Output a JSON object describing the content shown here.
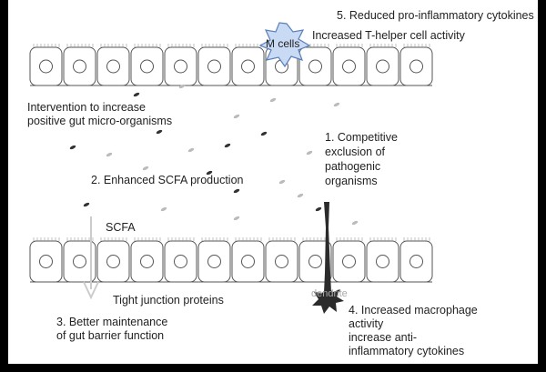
{
  "labels": {
    "reduced_cytokines": "5. Reduced pro-inflammatory cytokines",
    "t_helper": "Increased T-helper cell activity",
    "m_cells": "M cells",
    "intervention_1": "Intervention to increase",
    "intervention_2": "positive gut micro-organisms",
    "exclusion_1": "1. Competitive",
    "exclusion_2": "exclusion of",
    "exclusion_3": "pathogenic",
    "exclusion_4": "organisms",
    "scfa_production": "2. Enhanced SCFA production",
    "scfa": "SCFA",
    "tight_junction": "Tight junction proteins",
    "dendrite": "dendrite",
    "barrier_1": "3. Better maintenance",
    "barrier_2": "of gut barrier function",
    "macrophage_1": "4. Increased macrophage",
    "macrophage_2": "activity",
    "macrophage_3": "increase anti-",
    "macrophage_4": "inflammatory cytokines"
  },
  "colors": {
    "background": "#000000",
    "panel": "#ffffff",
    "cell_outline": "#555555",
    "m_cell_fill": "#c9daf4",
    "m_cell_stroke": "#5a7fb8",
    "arrow_grey": "#cccccc",
    "dendrite": "#2b2b2b",
    "particle_dark": "#333333",
    "particle_light": "#bbbbbb"
  }
}
